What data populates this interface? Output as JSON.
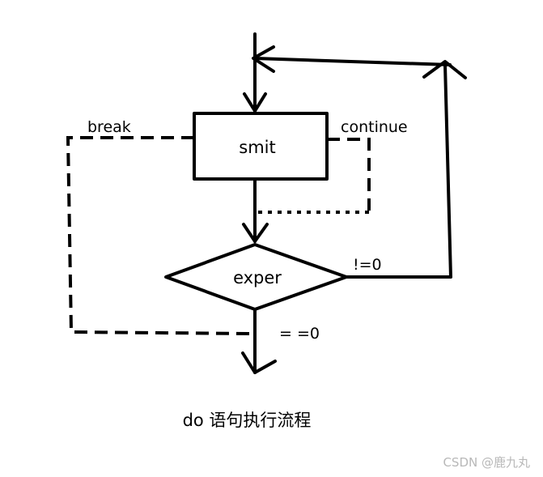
{
  "diagram": {
    "process_label": "smit",
    "decision_label": "exper",
    "break_label": "break",
    "continue_label": "continue",
    "true_label": "!=0",
    "false_label": "= =0"
  },
  "caption": "do 语句执行流程",
  "watermark": "CSDN @鹿九丸"
}
